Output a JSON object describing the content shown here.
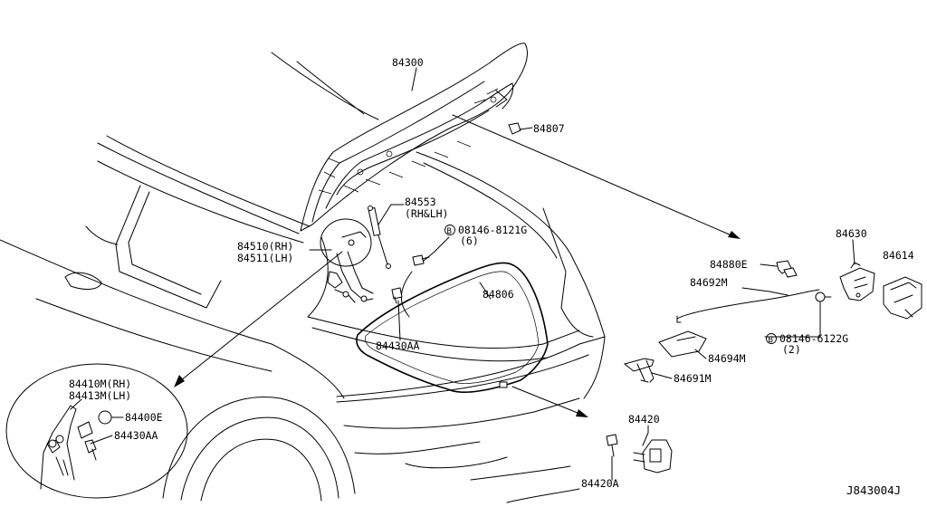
{
  "callouts": {
    "trunk_lid": "84300",
    "lid_bumper": "84807",
    "gas_stay": "84553",
    "gas_stay_note": "(RH&LH)",
    "bolt_8121": "08146-8121G",
    "bolt_8121_qty": "(6)",
    "hinge_rh": "84510(RH)",
    "hinge_lh": "84511(LH)",
    "weatherstrip": "84806",
    "lid_bolt": "84430AA",
    "lock_assembly": "84630",
    "actuator": "84614",
    "cable_clip": "84880E",
    "opener_cable": "84692M",
    "bolt_6122": "08146-6122G",
    "bolt_6122_qty": "(2)",
    "lock_cover": "84694M",
    "handle_lever": "84691M",
    "striker": "84420",
    "striker_bolt": "84420A",
    "detail_hinge_rh": "84410M(RH)",
    "detail_hinge_lh": "84413M(LH)",
    "detail_bushing": "84400E",
    "detail_bolt": "84430AA",
    "bolt_symbol": "B",
    "diagram_id": "J843004J"
  }
}
